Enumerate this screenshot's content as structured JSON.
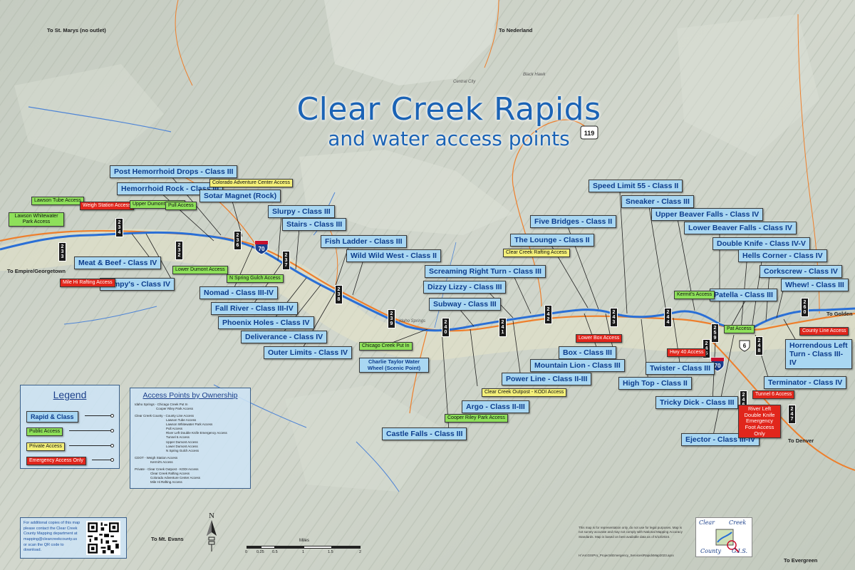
{
  "map": {
    "title": "Clear Creek Rapids",
    "subtitle": "and water access points",
    "colors": {
      "river": "#2a6fd6",
      "road": "#ee7f2c",
      "rapid_fill": "#a9d7f2",
      "public": "#8ee05a",
      "private": "#f4f07a",
      "emergency": "#e1261c"
    }
  },
  "rapids": [
    {
      "id": "post-hemorrhoid-drops",
      "label": "Post Hemorrhoid Drops - Class III"
    },
    {
      "id": "hemorrhoid-rock",
      "label": "Hemorrhoid Rock - Class III"
    },
    {
      "id": "sotar-magnet",
      "label": "Sotar Magnet (Rock)"
    },
    {
      "id": "slurpy",
      "label": "Slurpy - Class III"
    },
    {
      "id": "stairs",
      "label": "Stairs - Class III"
    },
    {
      "id": "fish-ladder",
      "label": "Fish Ladder - Class III"
    },
    {
      "id": "wild-wild-west",
      "label": "Wild Wild West - Class II"
    },
    {
      "id": "meat-and-beef",
      "label": "Meat & Beef - Class IV"
    },
    {
      "id": "lumpys",
      "label": "Lumpy's - Class IV"
    },
    {
      "id": "nomad",
      "label": "Nomad - Class III-IV"
    },
    {
      "id": "fall-river",
      "label": "Fall River - Class III-IV"
    },
    {
      "id": "phoenix-holes",
      "label": "Phoenix Holes - Class IV"
    },
    {
      "id": "deliverance",
      "label": "Deliverance - Class IV"
    },
    {
      "id": "outer-limits",
      "label": "Outer Limits - Class IV"
    },
    {
      "id": "screaming-right-turn",
      "label": "Screaming Right Turn - Class III"
    },
    {
      "id": "dizzy-lizzy",
      "label": "Dizzy Lizzy - Class III"
    },
    {
      "id": "subway",
      "label": "Subway - Class III"
    },
    {
      "id": "speed-limit-55",
      "label": "Speed Limit 55 - Class II"
    },
    {
      "id": "sneaker",
      "label": "Sneaker - Class III"
    },
    {
      "id": "upper-beaver-falls",
      "label": "Upper Beaver Falls - Class IV"
    },
    {
      "id": "five-bridges",
      "label": "Five Bridges - Class II"
    },
    {
      "id": "lower-beaver-falls",
      "label": "Lower Beaver Falls - Class IV"
    },
    {
      "id": "the-lounge",
      "label": "The Lounge - Class II"
    },
    {
      "id": "double-knife",
      "label": "Double Knife - Class IV-V"
    },
    {
      "id": "hells-corner",
      "label": "Hells Corner - Class IV"
    },
    {
      "id": "corkscrew",
      "label": "Corkscrew - Class IV"
    },
    {
      "id": "whew",
      "label": "Whew! - Class III"
    },
    {
      "id": "patella",
      "label": "Patella - Class III"
    },
    {
      "id": "box",
      "label": "Box - Class III"
    },
    {
      "id": "mountain-lion",
      "label": "Mountain Lion - Class III"
    },
    {
      "id": "power-line",
      "label": "Power Line - Class II-III"
    },
    {
      "id": "argo",
      "label": "Argo - Class II-III"
    },
    {
      "id": "castle-falls",
      "label": "Castle Falls - Class III"
    },
    {
      "id": "high-top",
      "label": "High Top - Class II"
    },
    {
      "id": "twister",
      "label": "Twister - Class III"
    },
    {
      "id": "tricky-dick",
      "label": "Tricky Dick - Class III"
    },
    {
      "id": "ejector",
      "label": "Ejector - Class III-IV"
    },
    {
      "id": "horrendous-left-turn",
      "label": "Horrendous Left Turn - Class III-IV"
    },
    {
      "id": "terminator",
      "label": "Terminator - Class IV"
    }
  ],
  "access": [
    {
      "id": "lawson-tube",
      "label": "Lawson Tube Access",
      "type": "public"
    },
    {
      "id": "lawson-whitewater",
      "label": "Lawson Whitewater Park Access",
      "type": "public"
    },
    {
      "id": "weigh-station",
      "label": "Weigh Station Access",
      "type": "emergency"
    },
    {
      "id": "upper-dumont",
      "label": "Upper Dumont Access",
      "type": "public"
    },
    {
      "id": "pull-access",
      "label": "Pull Access",
      "type": "public"
    },
    {
      "id": "colorado-adventure",
      "label": "Colorado Adventure Center Access",
      "type": "private"
    },
    {
      "id": "lower-dumont",
      "label": "Lower Dumont Access",
      "type": "public"
    },
    {
      "id": "n-spring-gulch",
      "label": "N Spring Gulch Access",
      "type": "public"
    },
    {
      "id": "mile-hi",
      "label": "Mile Hi Rafting Access",
      "type": "emergency"
    },
    {
      "id": "clear-creek-rafting",
      "label": "Clear Creek Rafting Access",
      "type": "private"
    },
    {
      "id": "kermits",
      "label": "Kermit's Access",
      "type": "public"
    },
    {
      "id": "chicago-creek",
      "label": "Chicago Creek Put In",
      "type": "public"
    },
    {
      "id": "charlie-taylor",
      "label": "Charlie Taylor Water Wheel (Scenic Point)",
      "type": "rapid"
    },
    {
      "id": "lower-box",
      "label": "Lower Box Access",
      "type": "emergency"
    },
    {
      "id": "hwy-40",
      "label": "Hwy 40 Access",
      "type": "emergency"
    },
    {
      "id": "pat",
      "label": "Pat Access",
      "type": "public"
    },
    {
      "id": "county-line",
      "label": "County Line Access",
      "type": "emergency"
    },
    {
      "id": "kodi",
      "label": "Clear Creek Outpost - KODI Access",
      "type": "private"
    },
    {
      "id": "cooper-riley",
      "label": "Cooper Riley Park Access",
      "type": "public"
    },
    {
      "id": "tunnel-6",
      "label": "Tunnel 6 Access",
      "type": "emergency"
    },
    {
      "id": "river-left-double-knife",
      "label": "River Left Double Knife Emergency Foot Access Only",
      "type": "emergency"
    }
  ],
  "mile_markers": [
    "234",
    "233",
    "232",
    "236",
    "237",
    "238",
    "239",
    "240",
    "241",
    "242",
    "243",
    "244",
    "245",
    "246",
    "247",
    "248",
    "259",
    "260"
  ],
  "directions": {
    "st_marys": "To St. Marys (no outlet)",
    "nederland": "To Nederland",
    "empire": "To Empire/Georgetown",
    "golden": "To Golden",
    "denver": "To Denver",
    "mt_evans": "To Mt. Evans",
    "evergreen": "To Evergreen"
  },
  "places": {
    "central_city": "Central City",
    "black_hawk": "Black Hawk",
    "idaho_springs": "Idaho Springs"
  },
  "shields": {
    "i70": "70",
    "us6": "6",
    "co119": "119"
  },
  "legend": {
    "title": "Legend",
    "items": [
      {
        "label": "Rapid & Class",
        "type": "rapid"
      },
      {
        "label": "Public Access",
        "type": "public"
      },
      {
        "label": "Private Access",
        "type": "private"
      },
      {
        "label": "Emergency Access Only",
        "type": "emergency"
      }
    ]
  },
  "ownership": {
    "title": "Access Points by Ownership",
    "groups": [
      {
        "lines": [
          "Idaho Springs - Chicago Creek Put In",
          "Cooper Riley Park Access"
        ]
      },
      {
        "lines": [
          "Clear Creek County - County Line Access",
          "Lawson Tube Access",
          "Lawson Whitewater Park Access",
          "Pull Access",
          "River Left Double Knife Emergency Access",
          "Tunnel 6 Access",
          "Upper Dumont Access",
          "Lower Dumont Access",
          "N Spring Gulch Access"
        ]
      },
      {
        "lines": [
          "CDOT - Weigh Station Access",
          "Kermit's Access"
        ]
      },
      {
        "lines": [
          "Private - Clear Creek Outpost - KODI Access",
          "Clear Creek Rafting Access",
          "Colorado Adventure Center Access",
          "Mile Hi Rafting Access"
        ]
      }
    ]
  },
  "contact": {
    "text": "For additional copies of this map please contact the Clear Creek County Mapping department at mapping@clearcreekcounty.us or scan the QR code to download."
  },
  "scale": {
    "title": "Miles",
    "ticks": [
      "0",
      "0.25",
      "0.5",
      "1",
      "1.5",
      "2"
    ]
  },
  "north_label": "N",
  "gis": {
    "clear": "Clear",
    "creek": "Creek",
    "county": "County",
    "gis": "G.I.S."
  },
  "disclaimer": "This map is for representation only, do not use for legal purposes. Map is not survey accurate and may not comply with National Mapping Accuracy Standards. Map is based on best available data as of 5/13/2024.",
  "path": "H:\\ArcGISPro_Projects\\Emergency_Services\\RapidsMap2023.aprx"
}
